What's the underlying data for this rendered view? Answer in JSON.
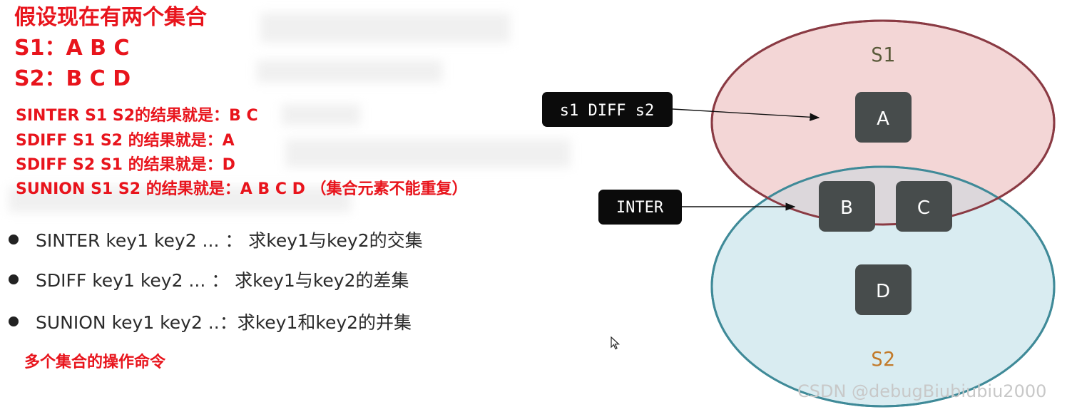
{
  "header": {
    "title": "假设现在有两个集合",
    "s1_line": "S1：A  B  C",
    "s2_line": "S2：B  C  D"
  },
  "results": [
    "SINTER S1 S2的结果就是：B  C",
    "SDIFF S1 S2 的结果就是：A",
    "SDIFF S2 S1 的结果就是：D",
    "SUNION S1 S2 的结果就是：A  B  C  D （集合元素不能重复）"
  ],
  "commands": [
    "SINTER key1 key2 ... ： 求key1与key2的交集",
    "SDIFF key1 key2 ... ： 求key1与key2的差集",
    "SUNION key1 key2 ..：求key1和key2的并集"
  ],
  "footer_note": "多个集合的操作命令",
  "diagram": {
    "set1_label": "S1",
    "set2_label": "S2",
    "elements": [
      "A",
      "B",
      "C",
      "D"
    ],
    "callout_diff": "s1 DIFF s2",
    "callout_inter": "INTER",
    "colors": {
      "set1_fill": "#f3d6d6",
      "set1_stroke": "#8a3a43",
      "set2_fill": "#d9ecf1",
      "set2_stroke": "#3f8a98",
      "overlap_fill": "#dcd7db",
      "element_fill": "#474c4c",
      "callout_fill": "#0b0b0b",
      "set1_label_color": "#5a5a3a",
      "set2_label_color": "#c27a2a"
    }
  },
  "watermark": "CSDN @debugBiubiubiu2000"
}
